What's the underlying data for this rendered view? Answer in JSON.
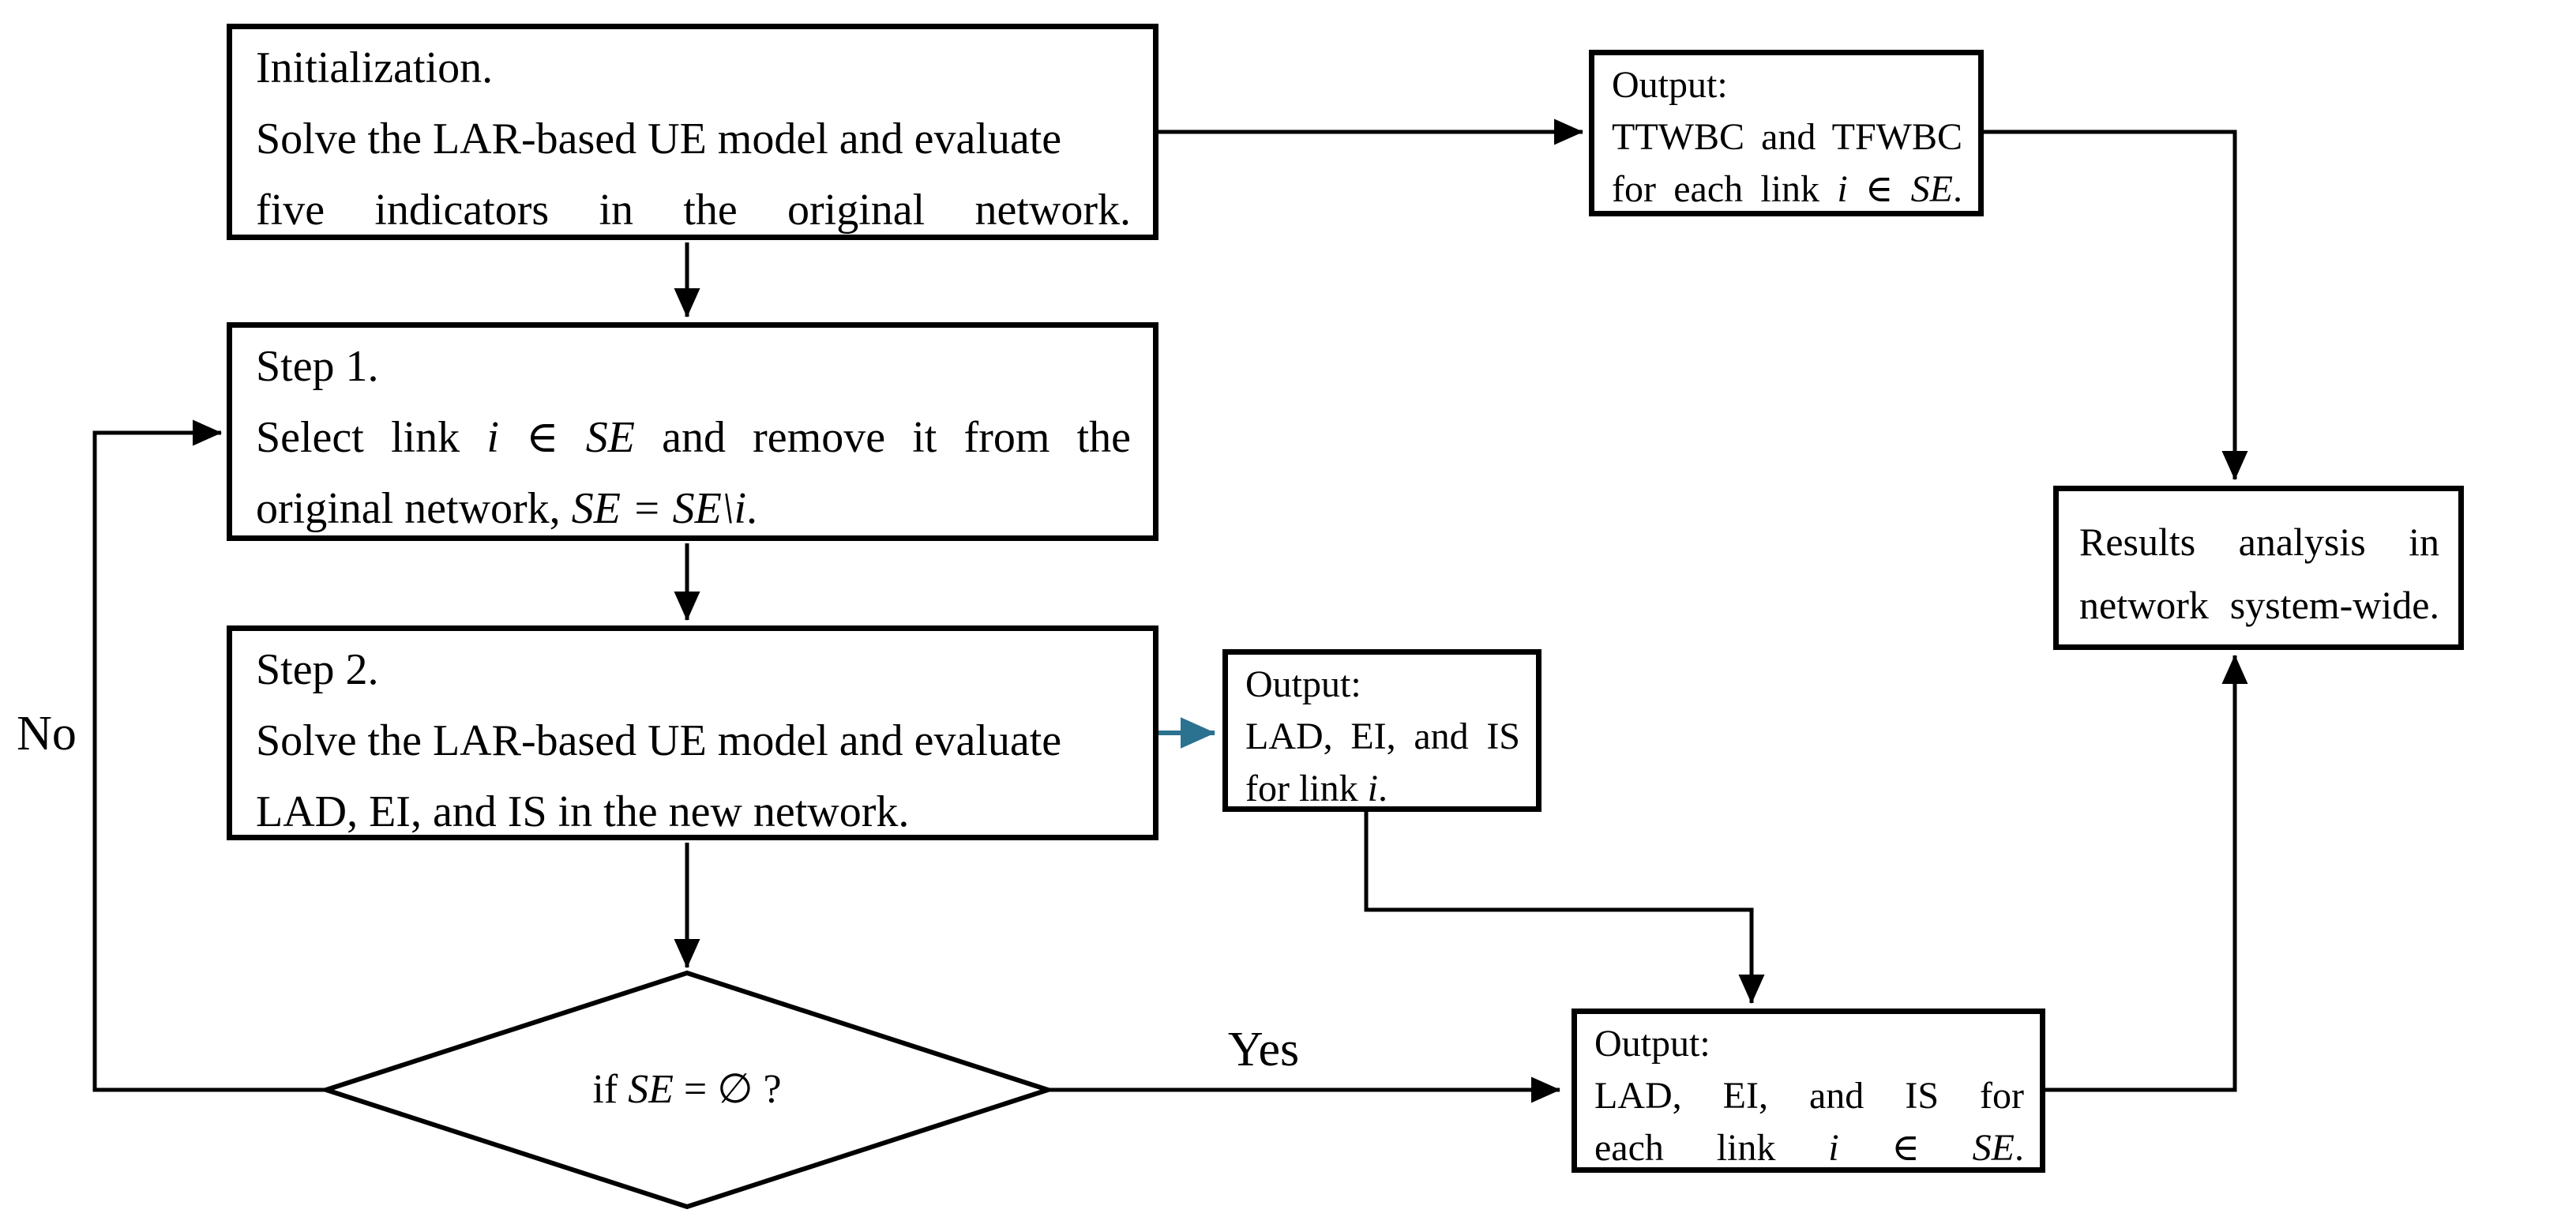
{
  "colors": {
    "line": "#000000",
    "accent": "#2b7190",
    "background": "#ffffff"
  },
  "labels": {
    "no": "No",
    "yes": "Yes"
  },
  "boxes": {
    "init": {
      "l1": "Initialization.",
      "l2": "Solve the LAR-based UE model and evaluate",
      "l3": "five indicators in the original network."
    },
    "step1": {
      "l1": "Step 1.",
      "l2a": "Select link ",
      "l2b": "i ∈ SE",
      "l2c": " and remove it from the",
      "l3a": "original network, ",
      "l3b": "SE = SE\\i",
      "l3c": "."
    },
    "step2": {
      "l1": "Step 2.",
      "l2": "Solve the LAR-based UE model and evaluate",
      "l3": "LAD, EI, and IS in the new network."
    },
    "out_top": {
      "l1": "Output:",
      "l2": "TTWBC and TFWBC",
      "l3a": "for each link ",
      "l3b": "i ∈ SE",
      "l3c": "."
    },
    "out_mid": {
      "l1": "Output:",
      "l2": "LAD, EI, and IS",
      "l3a": "for link ",
      "l3b": "i",
      "l3c": "."
    },
    "out_bottom": {
      "l1": "Output:",
      "l2": "LAD, EI, and IS for",
      "l3a": "each link ",
      "l3b": "i ∈ SE",
      "l3c": "."
    },
    "results": {
      "l1": "Results analysis in",
      "l2": "network system-wide."
    },
    "decision": {
      "a": "if ",
      "b": "SE",
      "c": " = ∅ ?"
    }
  }
}
